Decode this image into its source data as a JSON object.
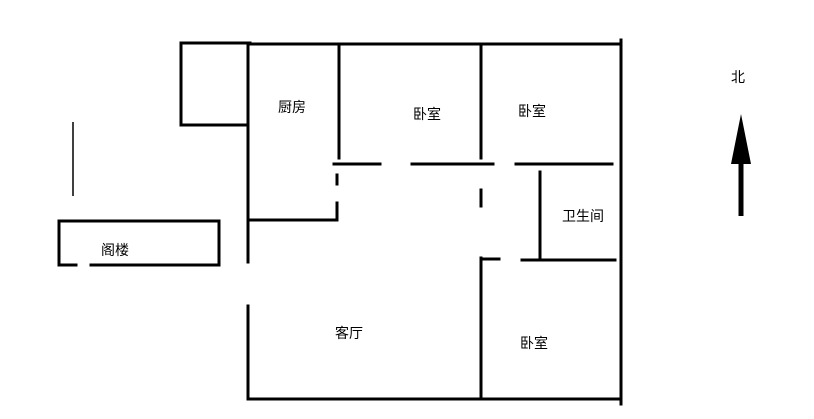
{
  "rooms": {
    "kitchen": "厨房",
    "bedroom_top_left": "卧室",
    "bedroom_top_right": "卧室",
    "bathroom": "卫生间",
    "attic": "阁楼",
    "living_room": "客厅",
    "bedroom_bottom": "卧室"
  },
  "north_label": "北",
  "colors": {
    "line": "#000000",
    "background": "#ffffff"
  }
}
